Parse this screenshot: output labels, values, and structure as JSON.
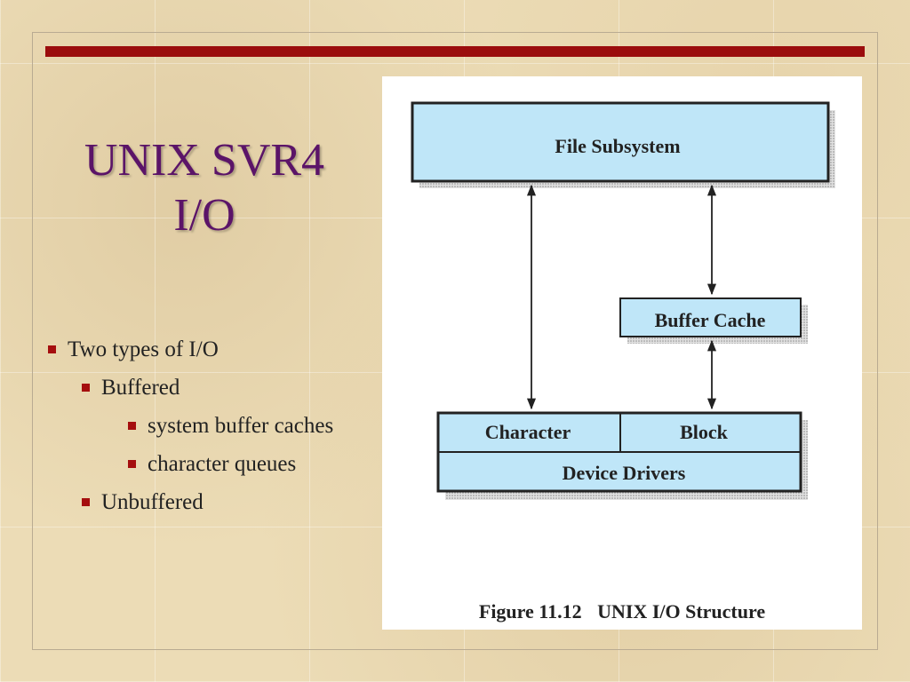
{
  "slide": {
    "title_line1": "UNIX SVR4",
    "title_line2": "I/O",
    "bullets": [
      {
        "level": 1,
        "text": "Two types of I/O"
      },
      {
        "level": 2,
        "text": "Buffered"
      },
      {
        "level": 3,
        "text": "system buffer caches"
      },
      {
        "level": 3,
        "text": "character queues"
      },
      {
        "level": 2,
        "text": "Unbuffered"
      }
    ]
  },
  "figure": {
    "boxes": {
      "file_subsystem": "File Subsystem",
      "buffer_cache": "Buffer Cache",
      "character": "Character",
      "block": "Block",
      "device_drivers": "Device Drivers"
    },
    "caption_number": "Figure 11.12",
    "caption_title": "UNIX I/O Structure"
  },
  "colors": {
    "accent_bar": "#9b0d0d",
    "title": "#5b1468",
    "bullet_mark": "#a50e0e",
    "box_fill": "#bfe6f8"
  }
}
